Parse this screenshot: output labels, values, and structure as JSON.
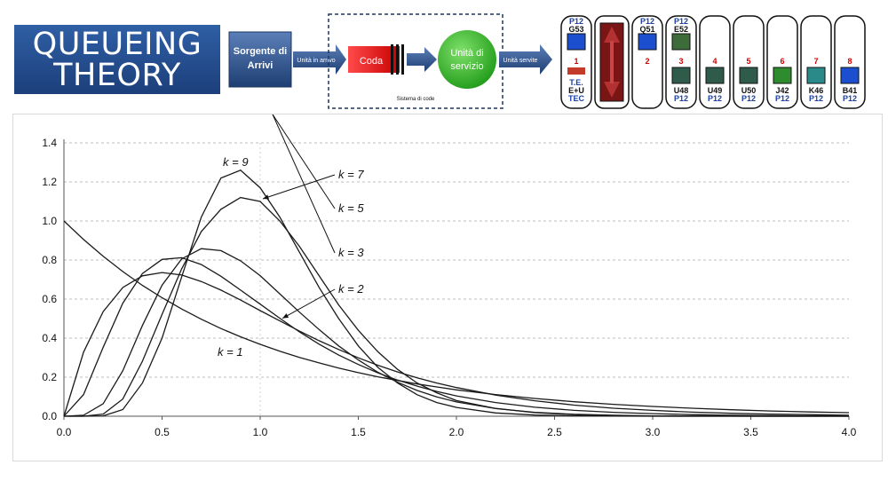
{
  "logo": {
    "line1": "QUEUEING",
    "line2": "THEORY"
  },
  "flow": {
    "source_line1": "Sorgente di",
    "source_line2": "Arrivi",
    "arrivals": "Unità in arrivo",
    "queue": "Coda",
    "server_line1": "Unità di",
    "server_line2": "servizio",
    "served": "Unità servite",
    "system": "Sistema di code"
  },
  "panel": {
    "slots": [
      {
        "top1": "P12",
        "top2": "G53",
        "num": "1",
        "bot1": "T.E.",
        "bot2": "E+U",
        "bot3": "TEC"
      },
      {
        "top1": "P12",
        "top2": "Q51",
        "num": "2"
      },
      {
        "top1": "P12",
        "top2": "E52",
        "num": "3",
        "bot1": "U48",
        "bot2": "P12"
      },
      {
        "num": "4",
        "bot1": "U49",
        "bot2": "P12"
      },
      {
        "num": "5",
        "bot1": "U50",
        "bot2": "P12"
      },
      {
        "num": "6",
        "bot1": "J42",
        "bot2": "P12"
      },
      {
        "num": "7",
        "bot1": "K46",
        "bot2": "P12"
      },
      {
        "num": "8",
        "bot1": "B41",
        "bot2": "P12"
      }
    ]
  },
  "chart_data": {
    "type": "line",
    "title": "",
    "xlabel": "",
    "ylabel": "",
    "xlim": [
      0,
      4
    ],
    "ylim": [
      0,
      1.4
    ],
    "x_ticks": [
      "0.0",
      "0.5",
      "1.0",
      "1.5",
      "2.0",
      "2.5",
      "3.0",
      "3.5",
      "4.0"
    ],
    "y_ticks": [
      "0.0",
      "0.2",
      "0.4",
      "0.6",
      "0.8",
      "1.0",
      "1.2",
      "1.4"
    ],
    "grid": "horizontal dashed",
    "x": [
      0,
      0.1,
      0.2,
      0.3,
      0.4,
      0.5,
      0.6,
      0.7,
      0.8,
      0.9,
      1.0,
      1.1,
      1.2,
      1.3,
      1.4,
      1.5,
      1.6,
      1.7,
      1.8,
      1.9,
      2.0,
      2.2,
      2.4,
      2.6,
      2.8,
      3.0,
      3.2,
      3.4,
      3.6,
      3.8,
      4.0
    ],
    "series": [
      {
        "name": "k = 1",
        "values": [
          1.0,
          0.905,
          0.819,
          0.741,
          0.67,
          0.607,
          0.549,
          0.497,
          0.449,
          0.407,
          0.368,
          0.333,
          0.301,
          0.273,
          0.247,
          0.223,
          0.202,
          0.183,
          0.165,
          0.15,
          0.135,
          0.111,
          0.091,
          0.074,
          0.061,
          0.05,
          0.041,
          0.033,
          0.027,
          0.022,
          0.018
        ]
      },
      {
        "name": "k = 2",
        "values": [
          0,
          0.328,
          0.536,
          0.659,
          0.719,
          0.736,
          0.723,
          0.69,
          0.646,
          0.595,
          0.541,
          0.488,
          0.436,
          0.387,
          0.342,
          0.299,
          0.261,
          0.227,
          0.197,
          0.17,
          0.147,
          0.108,
          0.079,
          0.057,
          0.041,
          0.03,
          0.021,
          0.015,
          0.011,
          0.008,
          0.005
        ]
      },
      {
        "name": "k = 3",
        "values": [
          0,
          0.111,
          0.353,
          0.579,
          0.731,
          0.803,
          0.812,
          0.777,
          0.717,
          0.646,
          0.574,
          0.502,
          0.432,
          0.369,
          0.313,
          0.265,
          0.222,
          0.185,
          0.154,
          0.127,
          0.104,
          0.07,
          0.046,
          0.03,
          0.02,
          0.013,
          0.008,
          0.005,
          0.003,
          0.002,
          0.001
        ]
      },
      {
        "name": "k = 5",
        "values": [
          0,
          0.005,
          0.064,
          0.233,
          0.465,
          0.671,
          0.806,
          0.858,
          0.848,
          0.796,
          0.72,
          0.627,
          0.533,
          0.444,
          0.36,
          0.288,
          0.225,
          0.174,
          0.132,
          0.099,
          0.073,
          0.039,
          0.02,
          0.01,
          0.005,
          0.002,
          0.001,
          0.001,
          0,
          0,
          0
        ]
      },
      {
        "name": "k = 7",
        "values": [
          0,
          0.0,
          0.011,
          0.088,
          0.282,
          0.522,
          0.755,
          0.946,
          1.06,
          1.12,
          1.1,
          1.0,
          0.87,
          0.72,
          0.57,
          0.44,
          0.33,
          0.24,
          0.17,
          0.12,
          0.08,
          0.04,
          0.018,
          0.008,
          0.003,
          0.001,
          0,
          0,
          0,
          0,
          0
        ]
      },
      {
        "name": "k = 9",
        "values": [
          0,
          0.0,
          0.002,
          0.034,
          0.17,
          0.4,
          0.714,
          1.02,
          1.22,
          1.26,
          1.17,
          1.02,
          0.84,
          0.66,
          0.5,
          0.36,
          0.25,
          0.17,
          0.11,
          0.07,
          0.045,
          0.017,
          0.006,
          0.002,
          0.001,
          0,
          0,
          0,
          0,
          0,
          0
        ]
      }
    ],
    "colors": {
      "line": "#1a1a1a",
      "grid": "#bdbdbd"
    }
  }
}
